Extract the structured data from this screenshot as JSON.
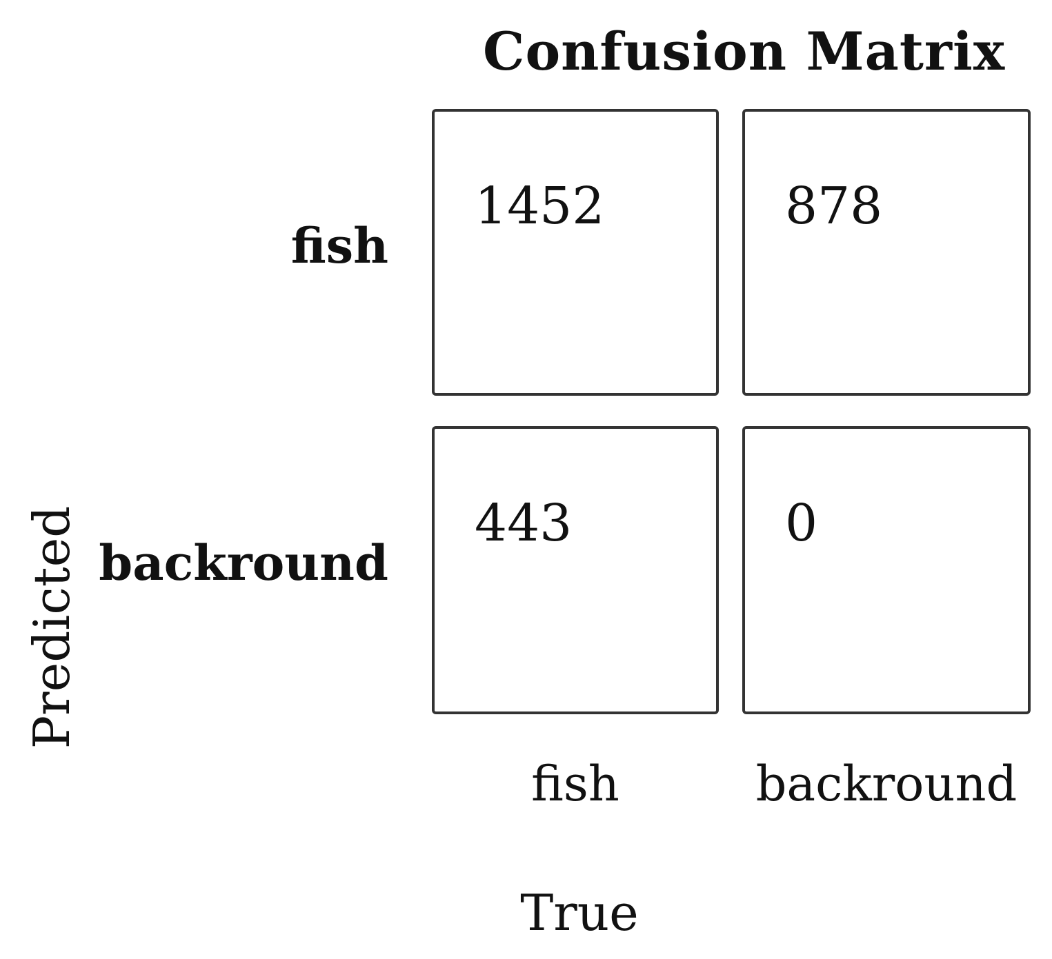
{
  "chart_data": {
    "type": "heatmap",
    "title": "Confusion Matrix",
    "xlabel": "True",
    "ylabel": "Predicted",
    "x_categories": [
      "fish",
      "backround"
    ],
    "y_categories": [
      "fish",
      "backround"
    ],
    "values": [
      [
        1452,
        878
      ],
      [
        443,
        0
      ]
    ]
  }
}
